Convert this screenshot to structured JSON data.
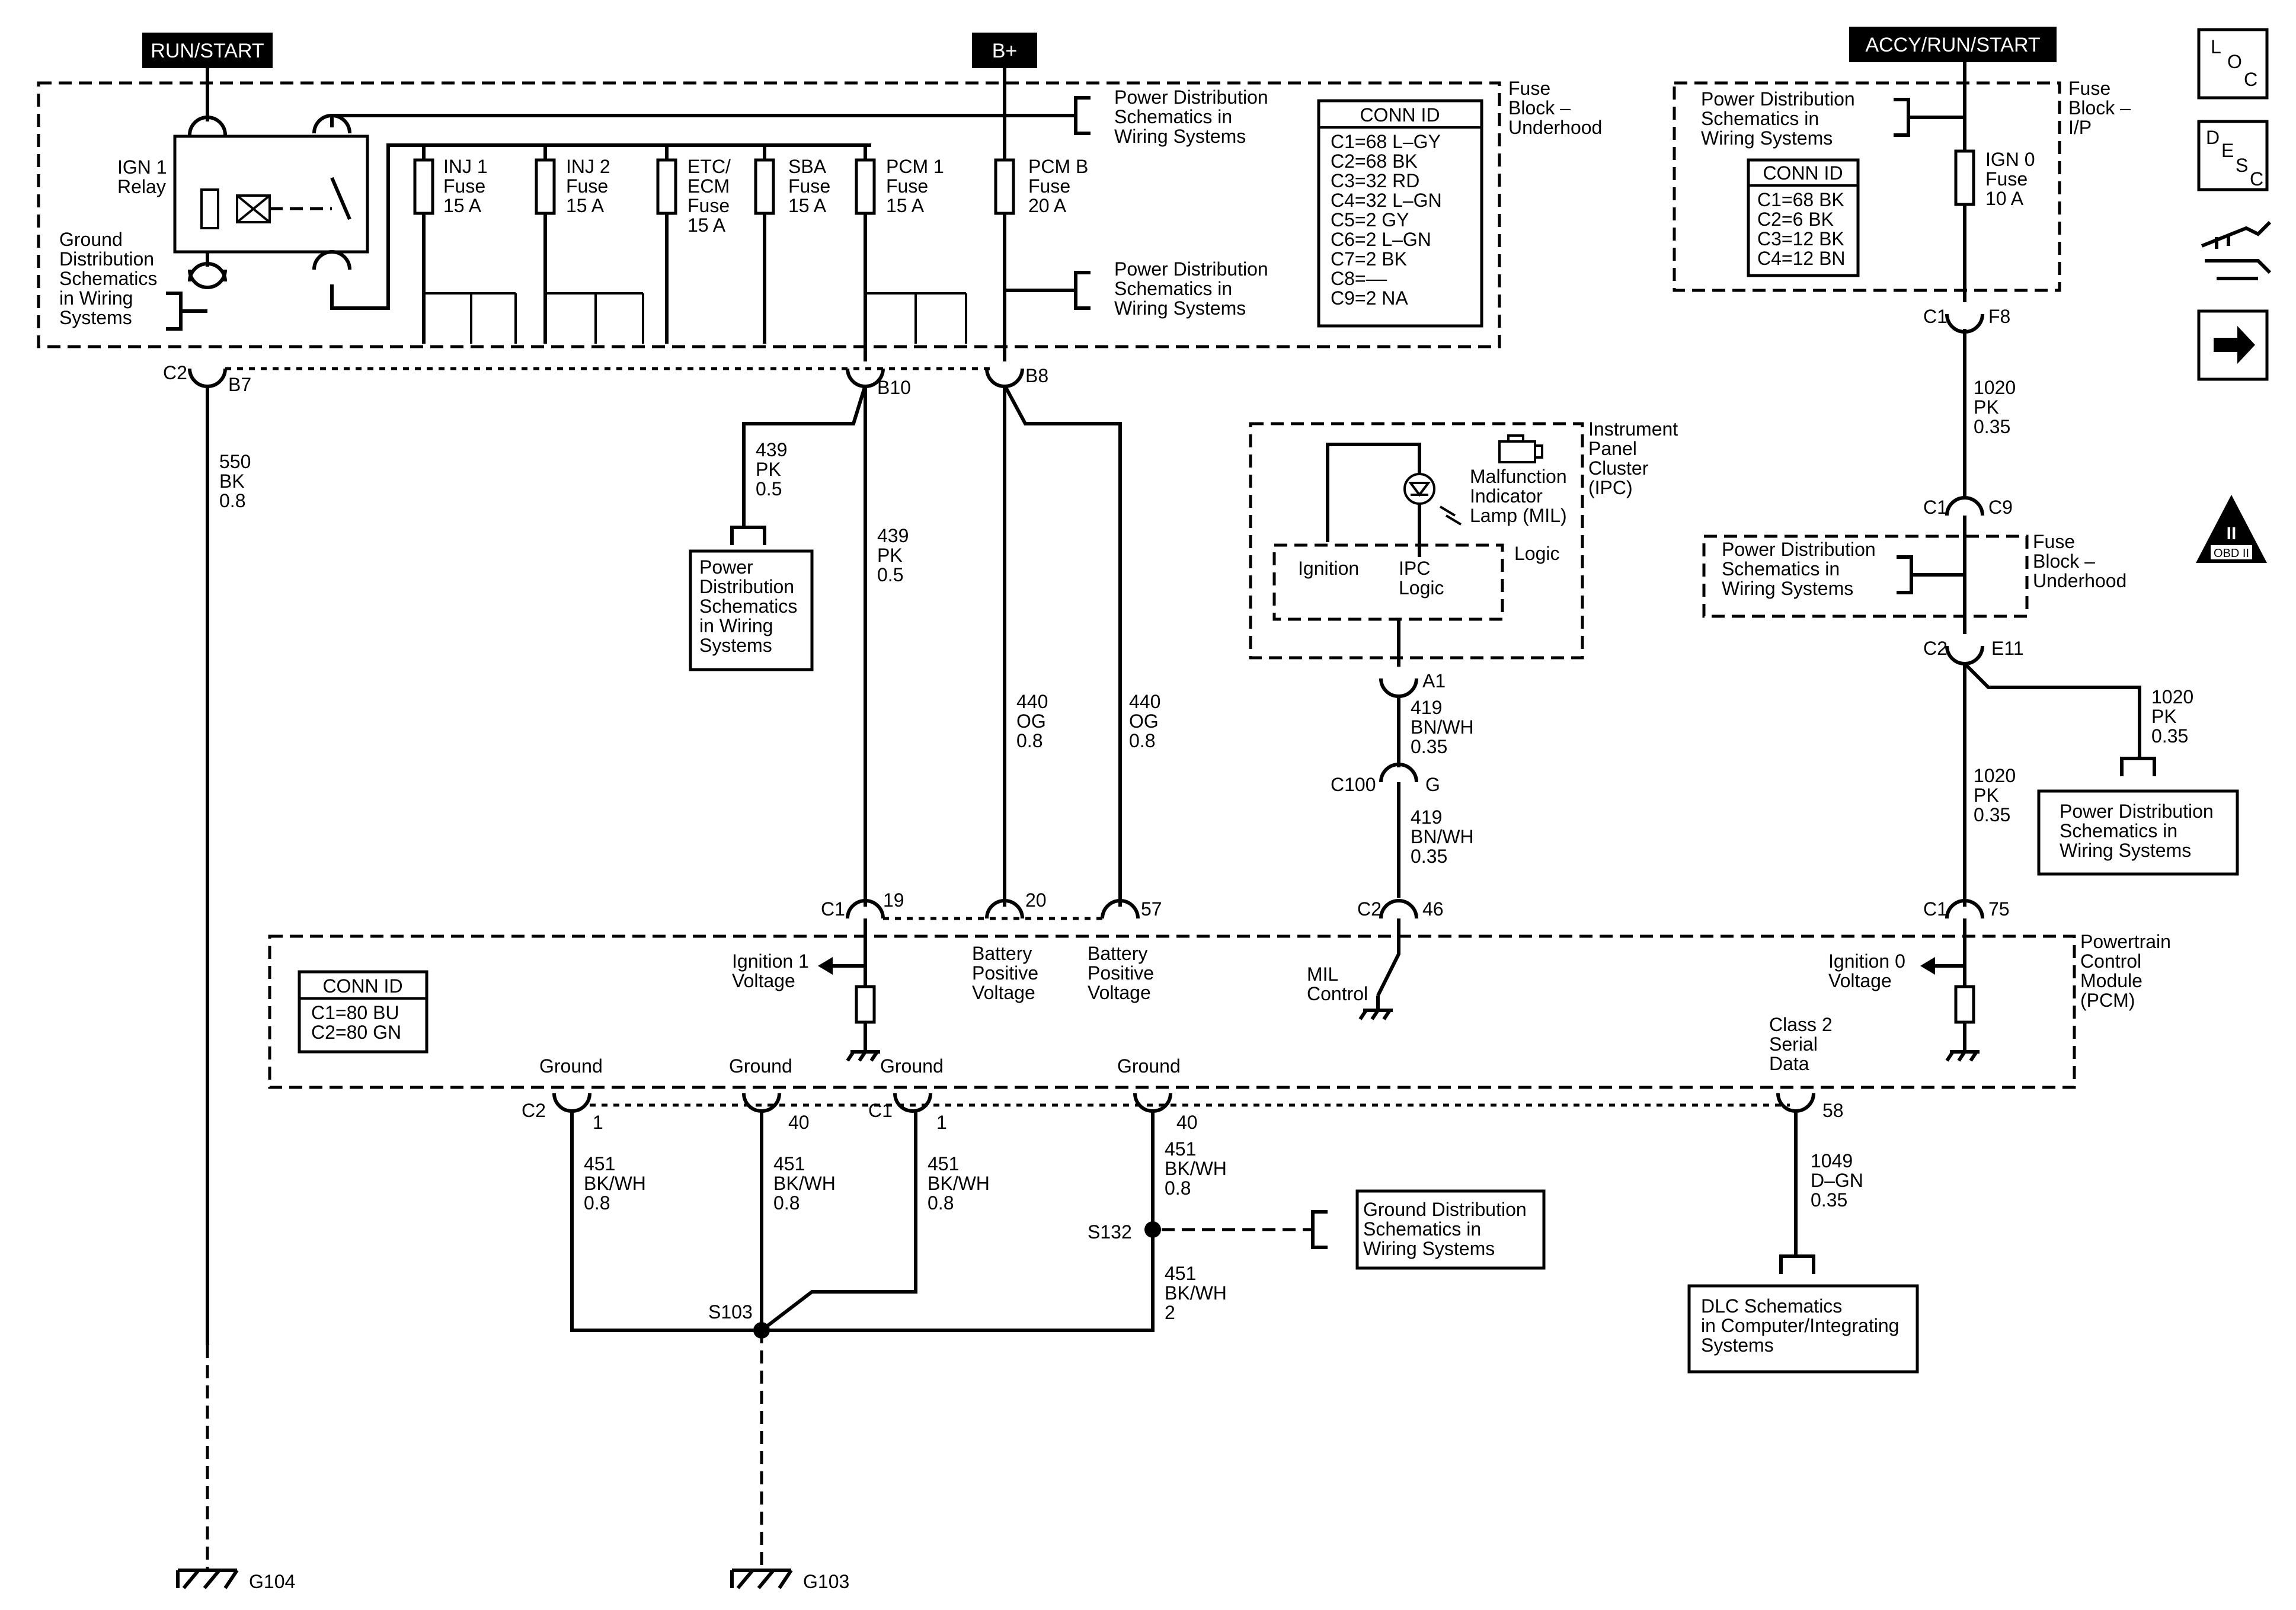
{
  "headers": {
    "run_start": "RUN/START",
    "b_plus": "B+",
    "accy_run_start": "ACCY/RUN/START"
  },
  "fuse_block_underhood": {
    "label": [
      "Fuse",
      "Block –",
      "Underhood"
    ],
    "ign1_relay": [
      "IGN 1",
      "Relay"
    ],
    "ground_dist": [
      "Ground",
      "Distribution",
      "Schematics",
      "in Wiring",
      "Systems"
    ],
    "fuses": [
      {
        "lines": [
          "INJ 1",
          "Fuse",
          "15 A"
        ]
      },
      {
        "lines": [
          "INJ 2",
          "Fuse",
          "15 A"
        ]
      },
      {
        "lines": [
          "ETC/",
          "ECM",
          "Fuse",
          "15 A"
        ]
      },
      {
        "lines": [
          "SBA",
          "Fuse",
          "15 A"
        ]
      },
      {
        "lines": [
          "PCM 1",
          "Fuse",
          "15 A"
        ]
      },
      {
        "lines": [
          "PCM B",
          "Fuse",
          "20 A"
        ]
      }
    ],
    "power_dist_top": [
      "Power Distribution",
      "Schematics in",
      "Wiring Systems"
    ],
    "power_dist_mid": [
      "Power Distribution",
      "Schematics in",
      "Wiring Systems"
    ],
    "conn_id": {
      "title": "CONN ID",
      "rows": [
        "C1=68 L–GY",
        "C2=68 BK",
        "C3=32 RD",
        "C4=32 L–GN",
        "C5=2 GY",
        "C6=2 L–GN",
        "C7=2 BK",
        "C8=––",
        "C9=2 NA"
      ]
    }
  },
  "fuse_block_ip": {
    "label": [
      "Fuse",
      "Block –",
      "I/P"
    ],
    "power_dist": [
      "Power Distribution",
      "Schematics in",
      "Wiring Systems"
    ],
    "conn_id": {
      "title": "CONN ID",
      "rows": [
        "C1=68 BK",
        "C2=6 BK",
        "C3=12 BK",
        "C4=12 BN"
      ]
    },
    "ign0_fuse": [
      "IGN 0",
      "Fuse",
      "10 A"
    ]
  },
  "connectors": {
    "c2_b7": [
      "C2",
      "B7"
    ],
    "b10": "B10",
    "b8": "B8",
    "c1_f8": [
      "C1",
      "F8"
    ],
    "c1_c9": [
      "C1",
      "C9"
    ],
    "c2_e11": [
      "C2",
      "E11"
    ],
    "a1": "A1",
    "c100_g": [
      "C100",
      "G"
    ],
    "c2_46": [
      "C2",
      "46"
    ],
    "c1_19": [
      "C1",
      "19"
    ],
    "pin20": "20",
    "pin57": "57",
    "c1_75": [
      "C1",
      "75"
    ],
    "c2_1": [
      "C2",
      "1"
    ],
    "pin40a": "40",
    "c1_1": [
      "C1",
      "1"
    ],
    "pin40b": "40",
    "pin58": "58"
  },
  "wires": {
    "w550": [
      "550",
      "BK",
      "0.8"
    ],
    "w439a": [
      "439",
      "PK",
      "0.5"
    ],
    "w439b": [
      "439",
      "PK",
      "0.5"
    ],
    "w440a": [
      "440",
      "OG",
      "0.8"
    ],
    "w440b": [
      "440",
      "OG",
      "0.8"
    ],
    "w1020a": [
      "1020",
      "PK",
      "0.35"
    ],
    "w1020b": [
      "1020",
      "PK",
      "0.35"
    ],
    "w1020c": [
      "1020",
      "PK",
      "0.35"
    ],
    "w419a": [
      "419",
      "BN/WH",
      "0.35"
    ],
    "w419b": [
      "419",
      "BN/WH",
      "0.35"
    ],
    "w451a": [
      "451",
      "BK/WH",
      "0.8"
    ],
    "w451b": [
      "451",
      "BK/WH",
      "0.8"
    ],
    "w451c": [
      "451",
      "BK/WH",
      "0.8"
    ],
    "w451d": [
      "451",
      "BK/WH",
      "0.8"
    ],
    "w451e": [
      "451",
      "BK/WH",
      "2"
    ],
    "w1049": [
      "1049",
      "D–GN",
      "0.35"
    ]
  },
  "power_dist_b10": [
    "Power",
    "Distribution",
    "Schematics",
    "in Wiring",
    "Systems"
  ],
  "fuse_block_underhood_2": {
    "label": [
      "Fuse",
      "Block –",
      "Underhood"
    ],
    "power_dist": [
      "Power Distribution",
      "Schematics in",
      "Wiring Systems"
    ]
  },
  "power_dist_e11": [
    "Power Distribution",
    "Schematics in",
    "Wiring Systems"
  ],
  "ipc": {
    "label": [
      "Instrument",
      "Panel",
      "Cluster",
      "(IPC)"
    ],
    "mil": [
      "Malfunction",
      "Indicator",
      "Lamp (MIL)"
    ],
    "ignition": "Ignition",
    "ipc_logic": [
      "IPC",
      "Logic"
    ],
    "logic": "Logic"
  },
  "pcm": {
    "label": [
      "Powertrain",
      "Control",
      "Module",
      "(PCM)"
    ],
    "conn_id": {
      "title": "CONN ID",
      "rows": [
        "C1=80 BU",
        "C2=80 GN"
      ]
    },
    "ign1_voltage": [
      "Ignition 1",
      "Voltage"
    ],
    "batt_pos_1": [
      "Battery",
      "Positive",
      "Voltage"
    ],
    "batt_pos_2": [
      "Battery",
      "Positive",
      "Voltage"
    ],
    "mil_control": [
      "MIL",
      "Control"
    ],
    "ign0_voltage": [
      "Ignition 0",
      "Voltage"
    ],
    "class2": [
      "Class 2",
      "Serial",
      "Data"
    ],
    "grounds": [
      "Ground",
      "Ground",
      "Ground",
      "Ground"
    ]
  },
  "splices": {
    "s103": "S103",
    "s132": "S132"
  },
  "grounds": {
    "g104": "G104",
    "g103": "G103"
  },
  "ground_dist_s132": [
    "Ground Distribution",
    "Schematics in",
    "Wiring Systems"
  ],
  "dlc": [
    "DLC Schematics",
    "in Computer/Integrating",
    "Systems"
  ],
  "side_icons": {
    "loc": [
      "L",
      "O",
      "C"
    ],
    "desc": [
      "D",
      "E",
      "S",
      "C"
    ],
    "obd": [
      "II",
      "OBD II"
    ]
  }
}
